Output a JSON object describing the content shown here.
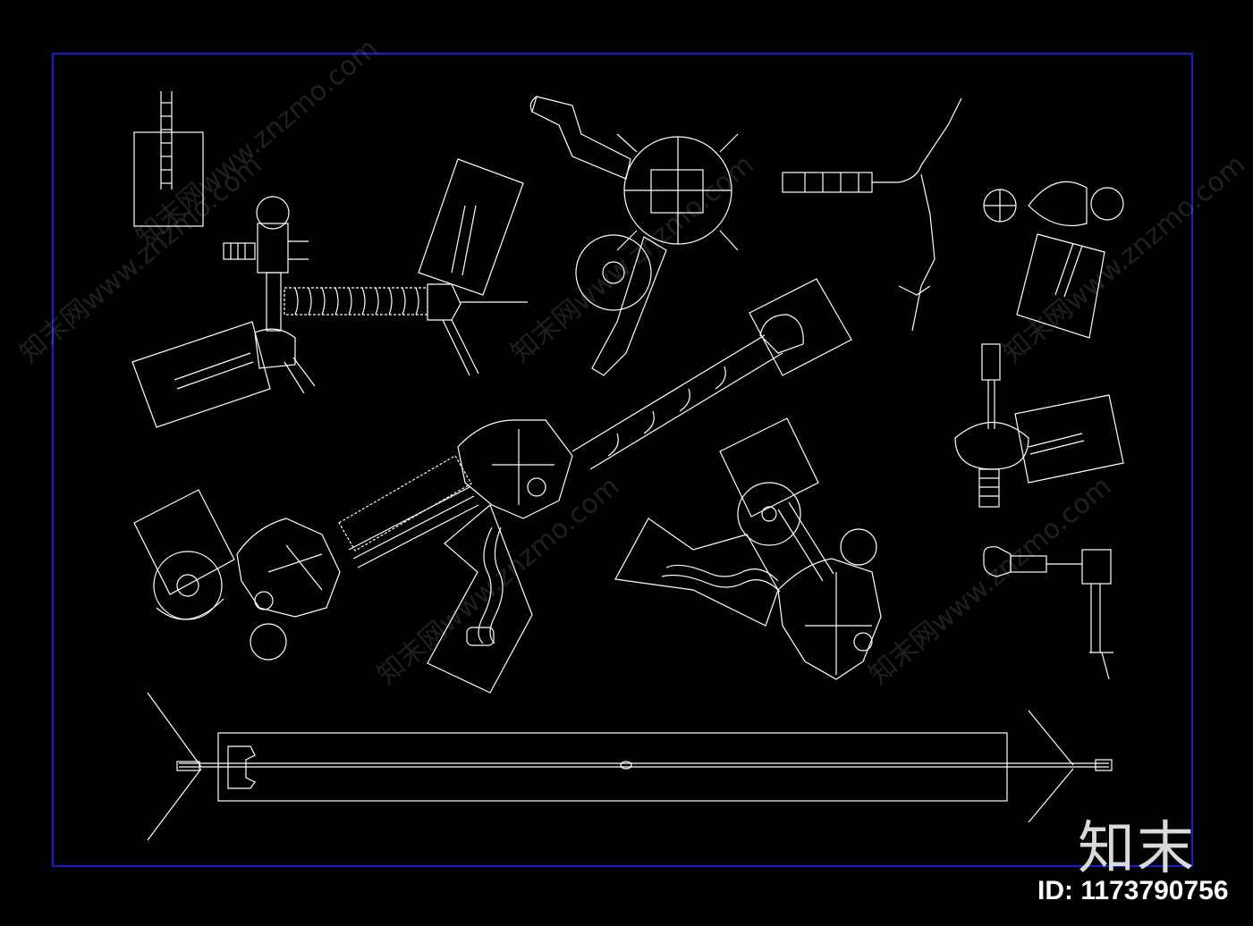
{
  "watermark": {
    "lines": [
      "知末网www.znzmo.com",
      "知末网www.znzmo.com",
      "知末网www.znzmo.com",
      "知末网www.znzmo.com",
      "知末网www.znzmo.com",
      "知末网www.znzmo.com"
    ]
  },
  "logo": {
    "text": "知末"
  },
  "id_label": {
    "text": "ID: 1173790756"
  },
  "colors": {
    "background": "#000000",
    "line": "#ffffff",
    "frame": "#1a1ad0"
  }
}
